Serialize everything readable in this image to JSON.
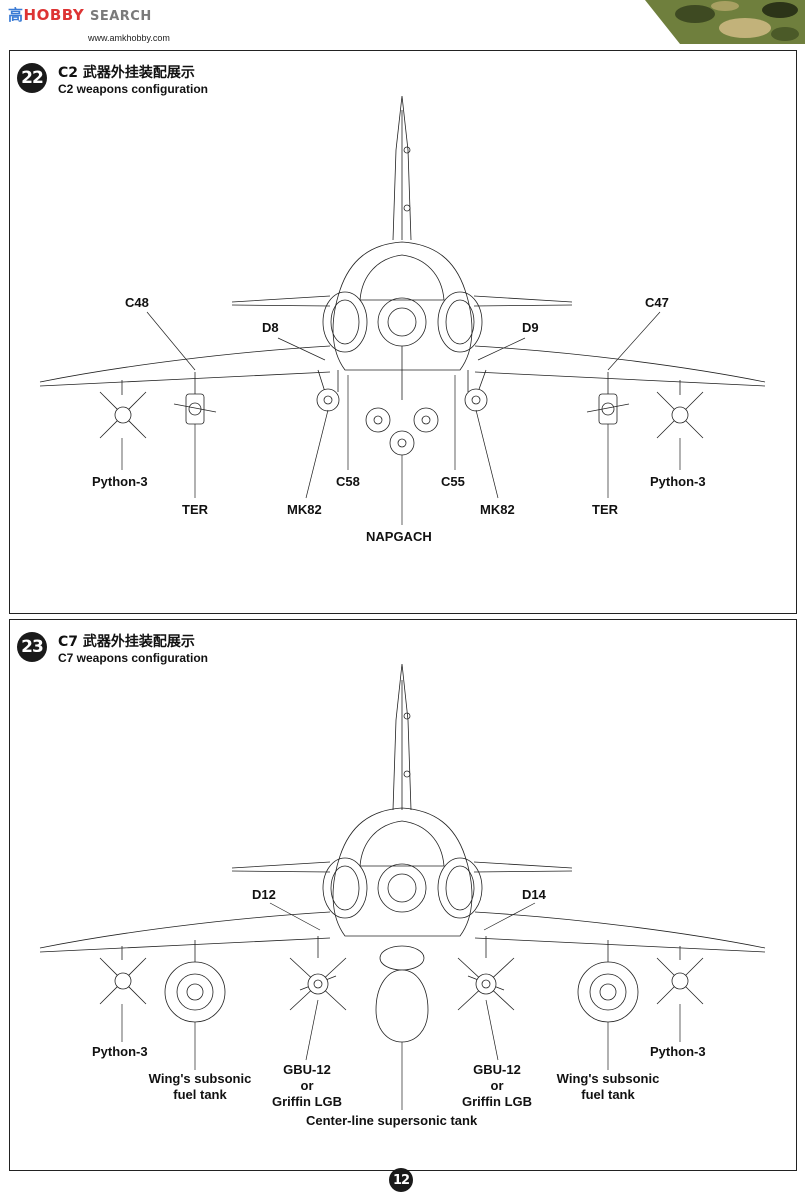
{
  "header": {
    "watermark_part1": "高",
    "watermark_part2": "HOBBY",
    "watermark_part3": "SEARCH",
    "site_url": "www.amkhobby.com"
  },
  "steps": [
    {
      "number": "22",
      "title_zh": "C2 武器外挂装配展示",
      "title_en": "C2 weapons configuration",
      "labels": {
        "c48": "C48",
        "c47": "C47",
        "d8": "D8",
        "d9": "D9",
        "python_left": "Python-3",
        "python_right": "Python-3",
        "ter_left": "TER",
        "ter_right": "TER",
        "c58": "C58",
        "c55": "C55",
        "mk82_left": "MK82",
        "mk82_right": "MK82",
        "napgach": "NAPGACH"
      }
    },
    {
      "number": "23",
      "title_zh": "C7 武器外挂装配展示",
      "title_en": "C7 weapons configuration",
      "labels": {
        "d12": "D12",
        "d14": "D14",
        "python_left": "Python-3",
        "python_right": "Python-3",
        "wing_tank_left_1": "Wing's subsonic",
        "wing_tank_left_2": "fuel tank",
        "wing_tank_right_1": "Wing's subsonic",
        "wing_tank_right_2": "fuel tank",
        "gbu_left_1": "GBU-12",
        "gbu_left_2": "or",
        "gbu_left_3": "Griffin LGB",
        "gbu_right_1": "GBU-12",
        "gbu_right_2": "or",
        "gbu_right_3": "Griffin LGB",
        "centerline": "Center-line supersonic tank"
      }
    }
  ],
  "footer": {
    "page_number": "12"
  },
  "colors": {
    "accent": "#1a1a1a",
    "watermark_blue": "#3a7bd5",
    "watermark_red": "#d33"
  }
}
